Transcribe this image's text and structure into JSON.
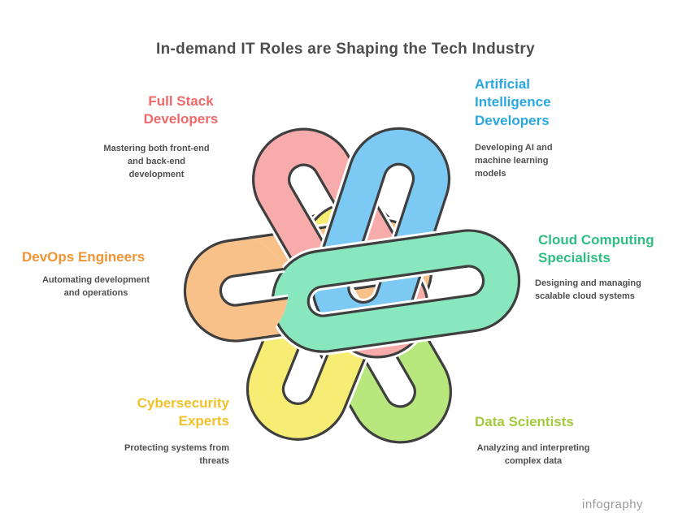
{
  "title": "In-demand IT Roles are Shaping the Tech Industry",
  "watermark": "infography",
  "colors": {
    "background": "#ffffff",
    "title_text": "#4d4d4d",
    "description_text": "#4f4f4f",
    "loop_outline": "#3f3f3f",
    "watermark_text": "#9b9b9b"
  },
  "roles": {
    "fullstack": {
      "name": "Full Stack\nDevelopers",
      "text_color": "#ee6a6a",
      "loop_color": "#f7abaa",
      "description": "Mastering both front-end\nand back-end\ndevelopment"
    },
    "ai": {
      "name": "Artificial\nIntelligence\nDevelopers",
      "text_color": "#2aa7e0",
      "loop_color": "#7cc9f4",
      "description": "Developing AI and\nmachine learning\nmodels"
    },
    "cloud": {
      "name": "Cloud Computing\nSpecialists",
      "text_color": "#2ebd82",
      "loop_color": "#88e7bd",
      "description": "Designing and managing\nscalable cloud systems"
    },
    "data": {
      "name": "Data Scientists",
      "text_color": "#a3c93c",
      "loop_color": "#b8e77d",
      "description": "Analyzing and interpreting\ncomplex data"
    },
    "cyber": {
      "name": "Cybersecurity\nExperts",
      "text_color": "#f0c22a",
      "loop_color": "#f7ed74",
      "description": "Protecting systems from\nthreats"
    },
    "devops": {
      "name": "DevOps Engineers",
      "text_color": "#ef9433",
      "loop_color": "#f7c189",
      "description": "Automating development\nand operations"
    }
  }
}
